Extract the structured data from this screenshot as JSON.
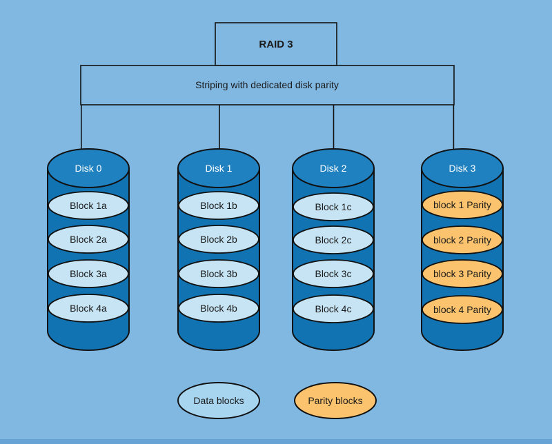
{
  "header": {
    "title": "RAID 3",
    "subtitle": "Striping with dedicated disk parity"
  },
  "disks": [
    {
      "name": "Disk 0",
      "blocks": [
        {
          "label": "Block 1a",
          "type": "data"
        },
        {
          "label": "Block 2a",
          "type": "data"
        },
        {
          "label": "Block 3a",
          "type": "data"
        },
        {
          "label": "Block 4a",
          "type": "data"
        }
      ]
    },
    {
      "name": "Disk 1",
      "blocks": [
        {
          "label": "Block 1b",
          "type": "data"
        },
        {
          "label": "Block 2b",
          "type": "data"
        },
        {
          "label": "Block 3b",
          "type": "data"
        },
        {
          "label": "Block 4b",
          "type": "data"
        }
      ]
    },
    {
      "name": "Disk 2",
      "blocks": [
        {
          "label": "Block 1c",
          "type": "data"
        },
        {
          "label": "Block 2c",
          "type": "data"
        },
        {
          "label": "Block 3c",
          "type": "data"
        },
        {
          "label": "Block 4c",
          "type": "data"
        }
      ]
    },
    {
      "name": "Disk 3",
      "blocks": [
        {
          "label": "block 1 Parity",
          "type": "parity"
        },
        {
          "label": "block 2 Parity",
          "type": "parity"
        },
        {
          "label": "block 3 Parity",
          "type": "parity"
        },
        {
          "label": "block 4 Parity",
          "type": "parity"
        }
      ]
    }
  ],
  "legend": {
    "data": {
      "label": "Data blocks"
    },
    "parity": {
      "label": "Parity blocks"
    }
  },
  "colors": {
    "background": "#81b8e2",
    "bottom_strip": "#68a3d6",
    "outline": "#111111",
    "cylinder_body": "#1173b2",
    "cylinder_top": "#2081c1",
    "data_block_fill": "#c6e4f4",
    "parity_block_fill": "#fbc36d",
    "legend_data_fill": "#a7d4ee",
    "disk_label_color": "#ffffff",
    "text_color": "#1a1a1a"
  }
}
